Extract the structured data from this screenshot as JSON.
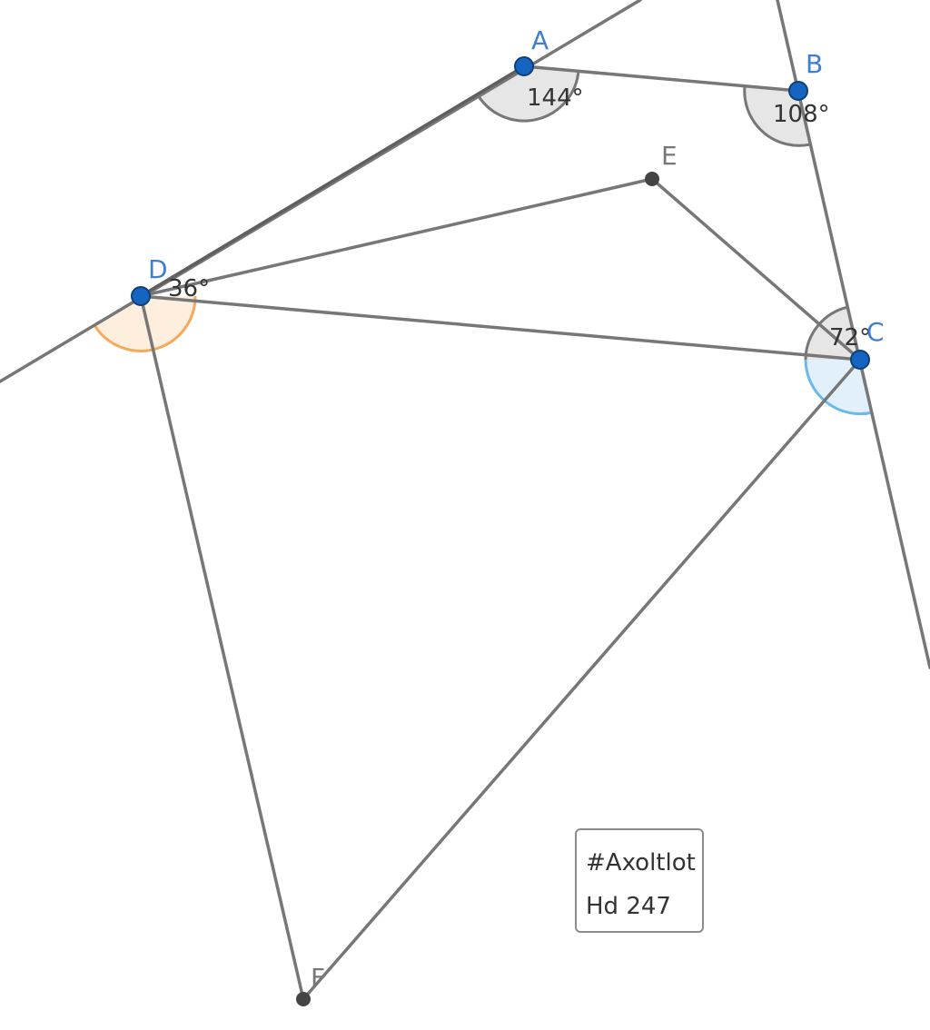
{
  "points": {
    "A": {
      "label": "A"
    },
    "B": {
      "label": "B"
    },
    "C": {
      "label": "C"
    },
    "D": {
      "label": "D"
    },
    "E": {
      "label": "E"
    },
    "F": {
      "label": "F"
    }
  },
  "angles": {
    "A": "144°",
    "B": "108°",
    "C": "72°",
    "D": "36°"
  },
  "caption": {
    "line1": "#Axoltlot",
    "line2": "Hd 247"
  },
  "colors": {
    "line": "#777777",
    "free_point": "#1565c0",
    "dependent_point": "#444444",
    "point_label_free": "#3d7fd1",
    "point_label_dependent": "#777777",
    "angle_fill_gray": "#e6e6e6",
    "angle_stroke_gray": "#777777",
    "angle_fill_orange": "#fdeede",
    "angle_stroke_orange": "#f6a95a",
    "angle_fill_blue": "#e1f0fb",
    "angle_stroke_blue": "#6ab8ee"
  }
}
